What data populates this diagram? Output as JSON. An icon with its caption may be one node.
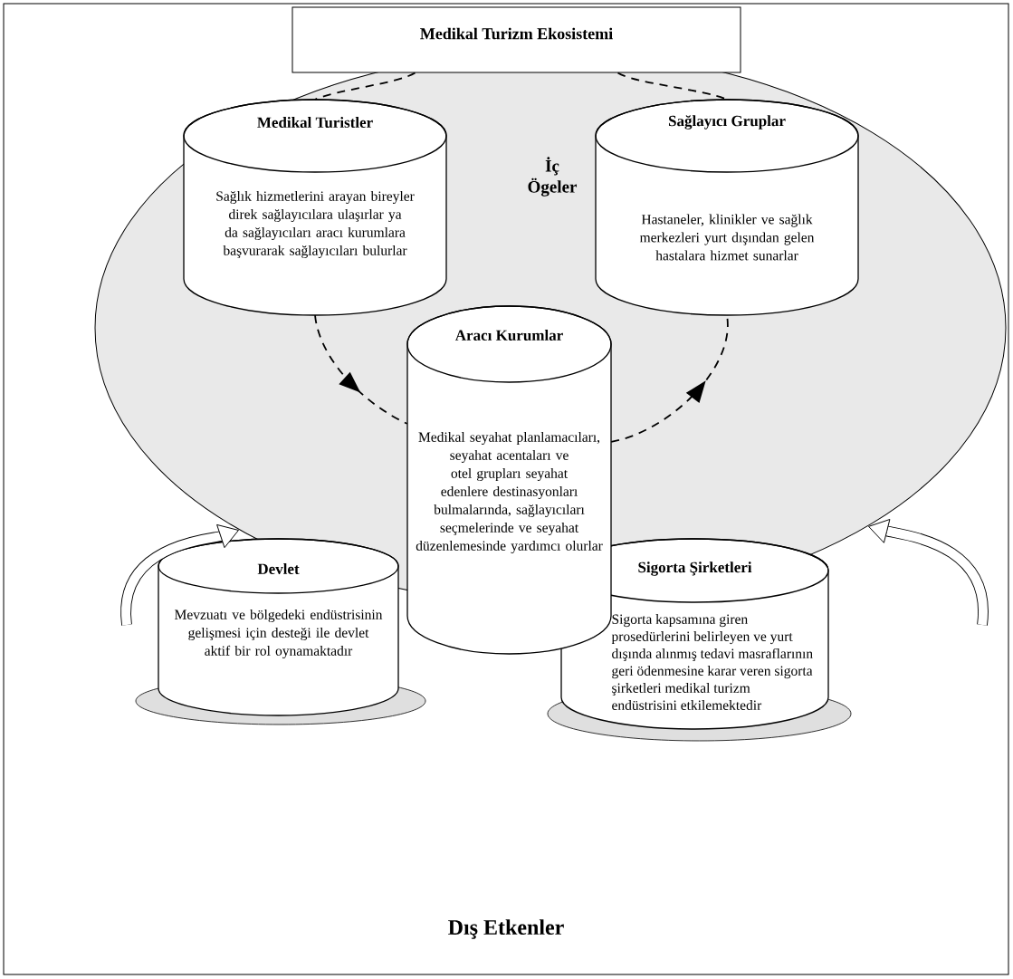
{
  "diagram": {
    "nodes": [
      {
        "text": [
          "Dış Etkenler"
        ]
      },
      {
        "text": [
          "Medikal Turizm Ekosistemi"
        ],
        "in": 0
      },
      {
        "text": [
          "İç Ögeler"
        ],
        "in": 0
      },
      {
        "text": [
          "Medikal Turistler",
          "Sağlık hizmetlerini arayan bireyler direk sağlayıcılara ulaşırlar ya da sağlayıcıları aracı kurumlara başvurarak sağlayıcıları bulurlar"
        ],
        "in": 2
      },
      {
        "text": [
          "Sağlayıcı Gruplar",
          "Hastaneler, klinikler ve sağlık merkezleri yurt dışından gelen hastalara hizmet sunarlar"
        ],
        "in": 2
      },
      {
        "text": [
          "Aracı Kurumlar",
          "Medikal seyahat planlamacıları, seyahat acentaları ve otel grupları seyahat edenlere destinasyonları bulmalarında, sağlayıcıları seçmelerinde ve seyahat düzenlemesinde yardımcı olurlar"
        ],
        "in": 0
      },
      {
        "text": [
          "Devlet",
          "Mevzuatı ve bölgedeki endüstrisinin gelişmesi için desteği ile devlet aktif bir rol oynamaktadır"
        ],
        "in": 0
      },
      {
        "text": [
          "Sigorta Şirketleri",
          "Sigorta kapsamına giren prosedürlerini belirleyen ve yurt dışında alınmış tedavi masraflarının geri ödenmesine karar veren sigorta şirketleri medikal turizm endüstrisini etkilemektedir"
        ],
        "in": 0
      }
    ],
    "edges": [
      {
        "from": 1,
        "to": 3,
        "arrow": "none",
        "style": "dashed"
      },
      {
        "from": 1,
        "to": 4,
        "arrow": "none",
        "style": "dashed"
      },
      {
        "from": 3,
        "to": 5,
        "arrow": "to",
        "style": "dashed"
      },
      {
        "from": 5,
        "to": 4,
        "arrow": "to",
        "style": "dashed"
      },
      {
        "from": null,
        "to": 2,
        "arrow": "to",
        "style": "thick"
      },
      {
        "from": null,
        "to": 2,
        "arrow": "to",
        "style": "thick"
      }
    ]
  }
}
